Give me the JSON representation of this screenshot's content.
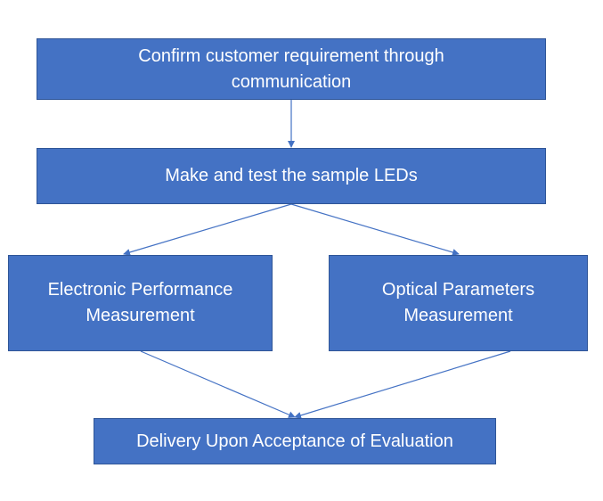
{
  "colors": {
    "box_fill": "#4472c4",
    "box_border": "#2f5597",
    "arrow": "#4472c4",
    "text": "#ffffff"
  },
  "steps": {
    "confirm": "Confirm customer requirement through communication",
    "make_test": "Make and test the sample LEDs",
    "electronic": "Electronic Performance Measurement",
    "optical": "Optical Parameters Measurement",
    "delivery": "Delivery Upon Acceptance of Evaluation"
  }
}
